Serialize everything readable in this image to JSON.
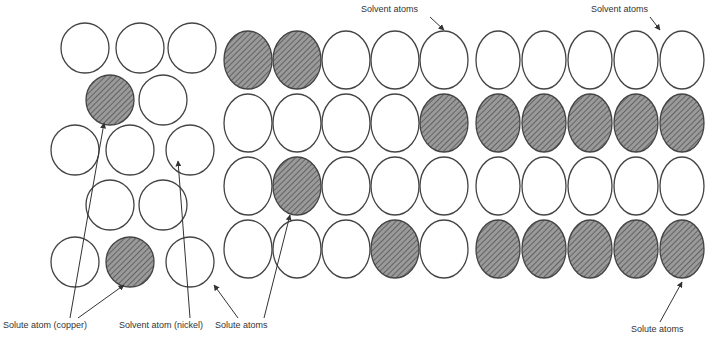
{
  "diagram": {
    "labels": [
      "Solute atom (copper)",
      "Solvent atom (nickel)",
      "Solute atoms",
      "Solvent atoms",
      "Solvent atoms",
      "Solute atoms"
    ]
  }
}
